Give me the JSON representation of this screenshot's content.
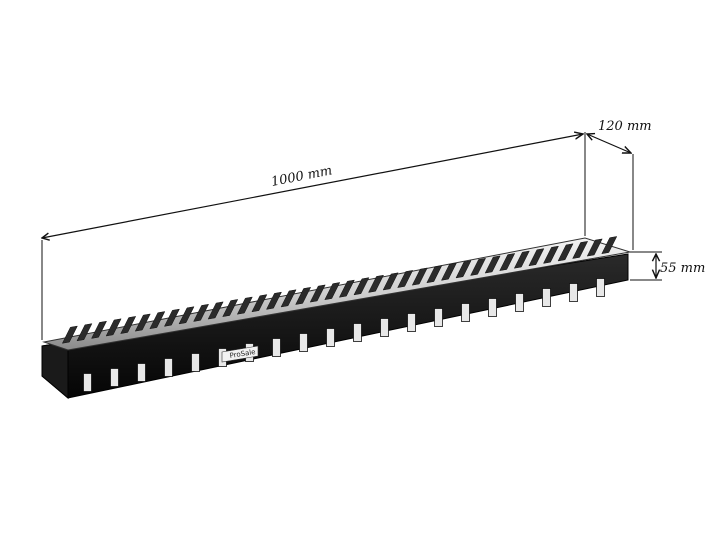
{
  "product": {
    "brand_label": "ProSale"
  },
  "dimensions": {
    "length_label": "1000 mm",
    "width_label": "120 mm",
    "height_label": "55 mm"
  },
  "colors": {
    "background": "#ffffff",
    "ink": "#111111",
    "metal_light": "#e6e6e6",
    "metal_dark": "#3a3a3a",
    "channel_black": "#0d0d0d"
  }
}
